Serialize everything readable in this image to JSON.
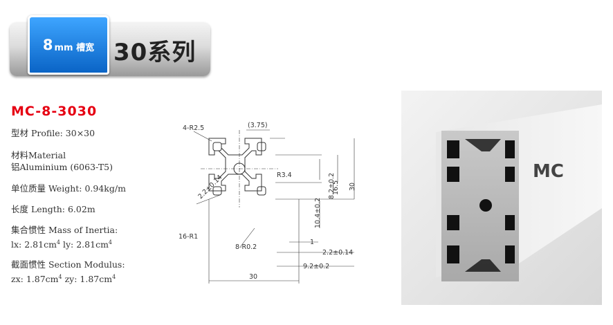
{
  "header": {
    "tab_big": "8",
    "tab_small": "mm 槽宽",
    "title": "30系列"
  },
  "product": {
    "model": "MC-8-3030",
    "profile": "型材 Profile: 30×30",
    "material_1": "材料Material",
    "material_2": "铝Aluminium (6063-T5)",
    "weight": "单位质量 Weight: 0.94kg/m",
    "length": "长度 Length: 6.02m",
    "inertia_title": "集合惯性  Mass of Inertia:",
    "inertia_lx_label": "lx: 2.81cm",
    "inertia_lx_exp": "4",
    "inertia_ly_label": "  ly: 2.81cm",
    "inertia_ly_exp": "4",
    "modulus_title": "截面惯性 Section Modulus:",
    "modulus_zx_label": "zx: 1.87cm",
    "modulus_zx_exp": "4",
    "modulus_zy_label": "  zy: 1.87cm",
    "modulus_zy_exp": "4"
  },
  "drawing": {
    "r_corner": "4-R2.5",
    "dim_375": "(3.75)",
    "r34": "R3.4",
    "d82": "8.2±0.2",
    "d165": "16.5",
    "d30v": "30",
    "d22diag": "2.2±0.14",
    "d104": "10.4±0.2",
    "r1": "16-R1",
    "r02": "8-R0.2",
    "d1": "1",
    "d22h": "2.2±0.14",
    "d92": "9.2±0.2",
    "d30h": "30"
  },
  "photo": {
    "label": "MC"
  }
}
